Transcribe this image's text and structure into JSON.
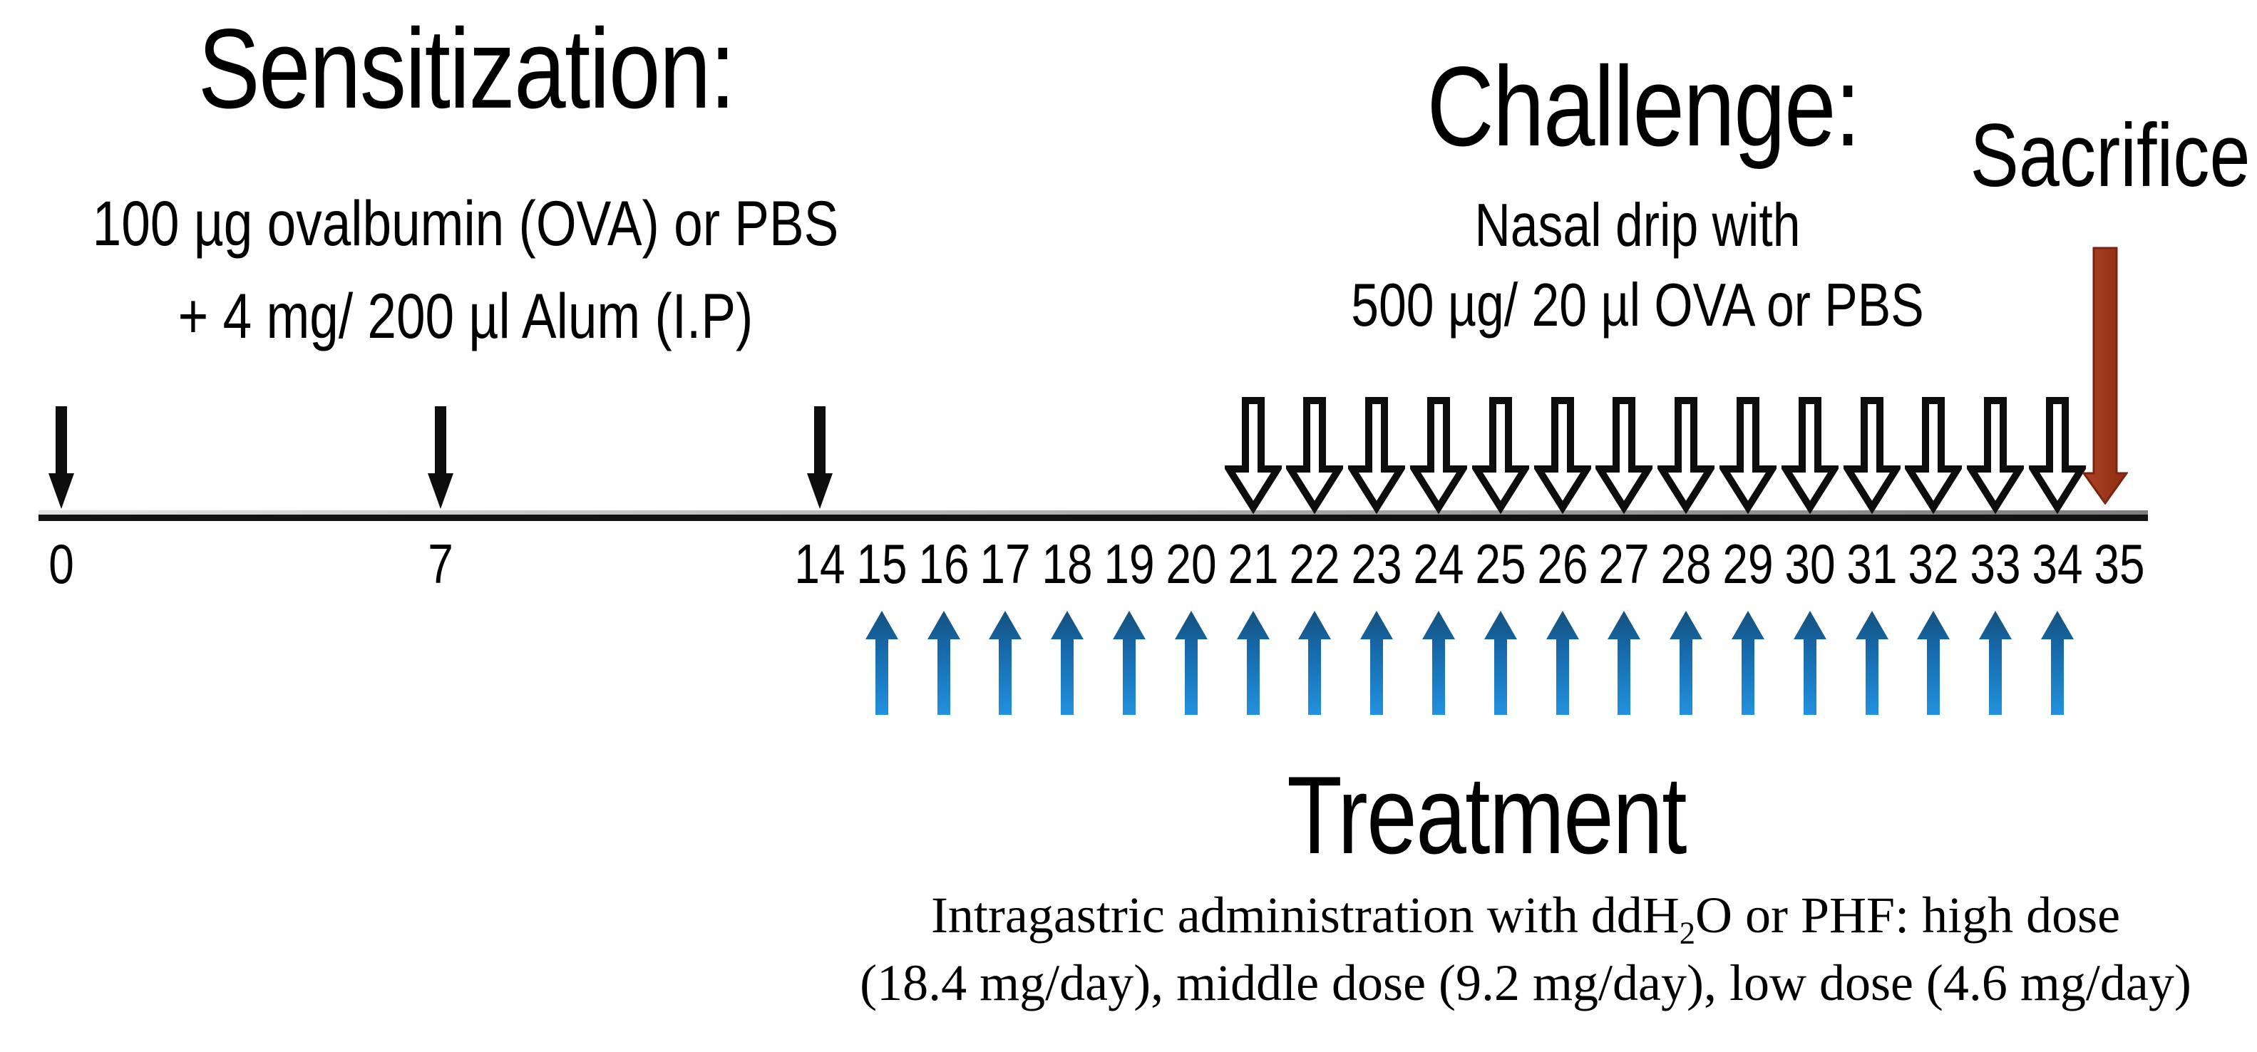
{
  "sensitization": {
    "title": "Sensitization:",
    "desc": [
      "100 µg ovalbumin (OVA) or PBS",
      "+ 4 mg/ 200 µl Alum (I.P)"
    ]
  },
  "challenge": {
    "title": "Challenge:",
    "desc": [
      "Nasal drip with",
      "500 µg/ 20 µl OVA or PBS"
    ]
  },
  "sacrifice": {
    "label": "Sacrifice"
  },
  "treatment": {
    "title": "Treatment",
    "desc_line1_pre": "Intragastric administration with ddH",
    "desc_line1_sub": "2",
    "desc_line1_post": "O or PHF: high dose",
    "desc_line2": "(18.4 mg/day), middle dose (9.2 mg/day), low dose (4.6 mg/day)"
  },
  "timeline": {
    "tick_days": [
      0,
      7,
      14,
      15,
      16,
      17,
      18,
      19,
      20,
      21,
      22,
      23,
      24,
      25,
      26,
      27,
      28,
      29,
      30,
      31,
      32,
      33,
      34,
      35
    ],
    "sensitization_arrow_days": [
      0,
      7,
      14
    ],
    "challenge_arrow_days": [
      21,
      22,
      23,
      24,
      25,
      26,
      27,
      28,
      29,
      30,
      31,
      32,
      33,
      34
    ],
    "treatment_arrow_days": [
      15,
      16,
      17,
      18,
      19,
      20,
      21,
      22,
      23,
      24,
      25,
      26,
      27,
      28,
      29,
      30,
      31,
      32,
      33,
      34
    ],
    "sacrifice_day": 35
  },
  "colors": {
    "text": "#000000",
    "sensitization_arrow": "#0d0d0d",
    "challenge_arrow_outline": "#0d0d0d",
    "challenge_arrow_fill": "#ffffff",
    "treatment_arrow_top": "#15507c",
    "treatment_arrow_mid": "#1668a8",
    "treatment_arrow_bottom": "#2391de",
    "sacrifice_arrow": "#9d3418",
    "sacrifice_arrow_edge": "#7c2410",
    "axis_top": "#c9c9c9",
    "axis_bottom": "#121212"
  }
}
